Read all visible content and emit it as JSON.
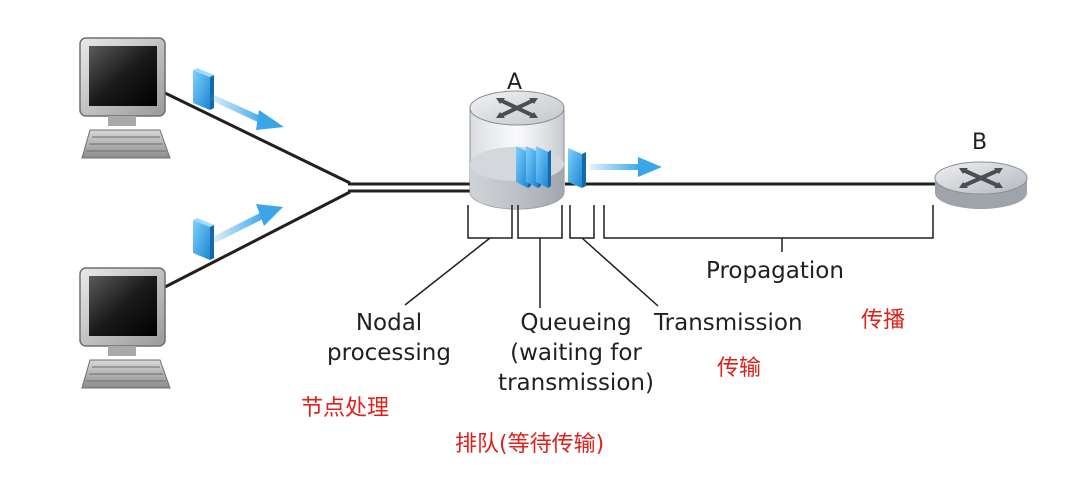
{
  "diagram": {
    "router_a": {
      "label": "A"
    },
    "router_b": {
      "label": "B"
    },
    "labels": {
      "nodal_processing": [
        "Nodal",
        "processing"
      ],
      "queueing": [
        "Queueing",
        "(waiting for",
        "transmission)"
      ],
      "transmission": "Transmission",
      "propagation": "Propagation"
    },
    "chinese_labels": {
      "nodal_processing": "节点处理",
      "queueing": "排队(等待传输)",
      "transmission": "传输",
      "propagation": "传播"
    },
    "colors": {
      "packet": "#2a9fe0",
      "arrow": "#3aa6e8",
      "annotation_red": "#e0201b",
      "line": "#231f20"
    }
  }
}
